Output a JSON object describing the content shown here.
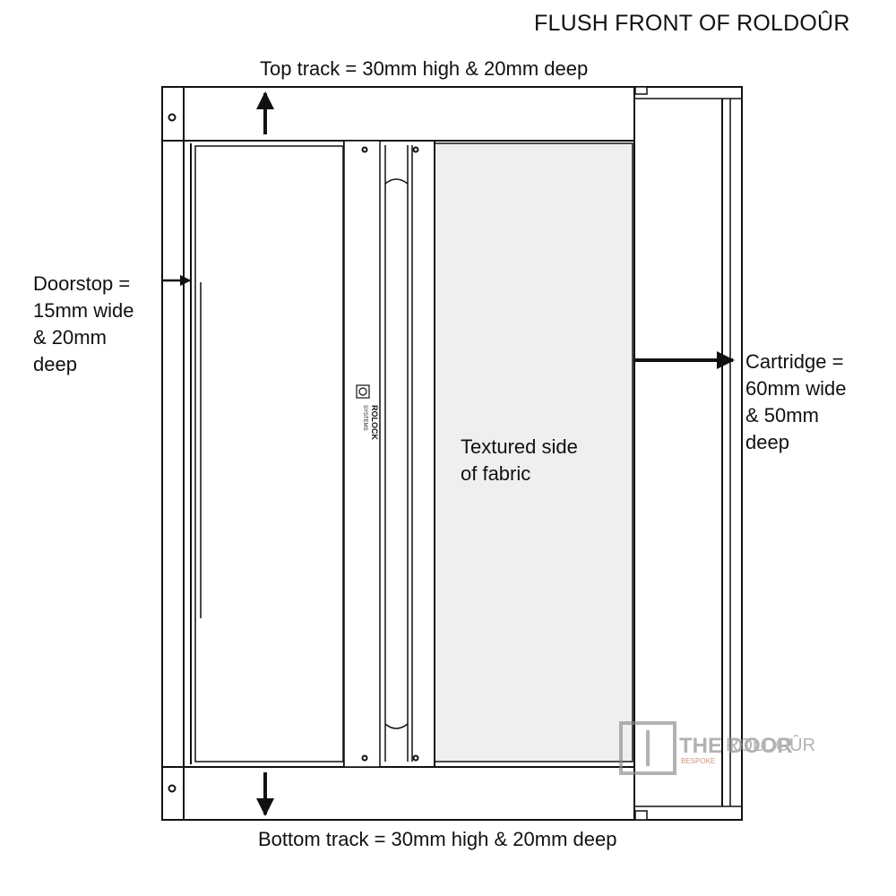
{
  "title": "FLUSH FRONT OF ROLDOÛR",
  "annotations": {
    "top_track": "Top track = 30mm high & 20mm deep",
    "bottom_track": "Bottom track = 30mm high & 20mm deep",
    "doorstop": [
      "Doorstop =",
      "15mm wide",
      "& 20mm",
      "deep"
    ],
    "cartridge": [
      "Cartridge =",
      "60mm wide",
      "& 50mm",
      "deep"
    ],
    "fabric": [
      "Textured side",
      "of fabric"
    ]
  },
  "handle_brand": [
    "ROLOCK",
    "SYSTEMS"
  ],
  "watermark": [
    "THE DOOR",
    "BESPOKE",
    "ROLDOÛR"
  ],
  "colors": {
    "line": "#111111",
    "fabric": "#efefef",
    "background": "#ffffff",
    "watermark": "#8a8a8a"
  }
}
